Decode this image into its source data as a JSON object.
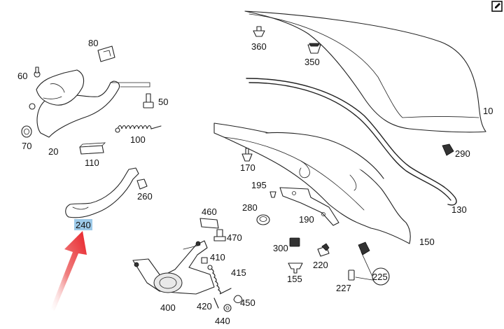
{
  "diagram": {
    "callouts": {
      "p10": "10",
      "p20": "20",
      "p50": "50",
      "p60": "60",
      "p70": "70",
      "p80": "80",
      "p100": "100",
      "p110": "110",
      "p130": "130",
      "p150": "150",
      "p155": "155",
      "p170": "170",
      "p190": "190",
      "p195": "195",
      "p220": "220",
      "p225": "225",
      "p227": "227",
      "p240": "240",
      "p260": "260",
      "p280": "280",
      "p290": "290",
      "p300": "300",
      "p350": "350",
      "p360": "360",
      "p400": "400",
      "p410": "410",
      "p415": "415",
      "p420": "420",
      "p440": "440",
      "p450": "450",
      "p460": "460",
      "p470": "470"
    },
    "highlighted_part": "240",
    "colors": {
      "highlight_bg": "#9cc9e8",
      "arrow": "#e8232a",
      "line": "#222222"
    }
  },
  "toolbar": {
    "edit_icon": "edit-icon"
  }
}
